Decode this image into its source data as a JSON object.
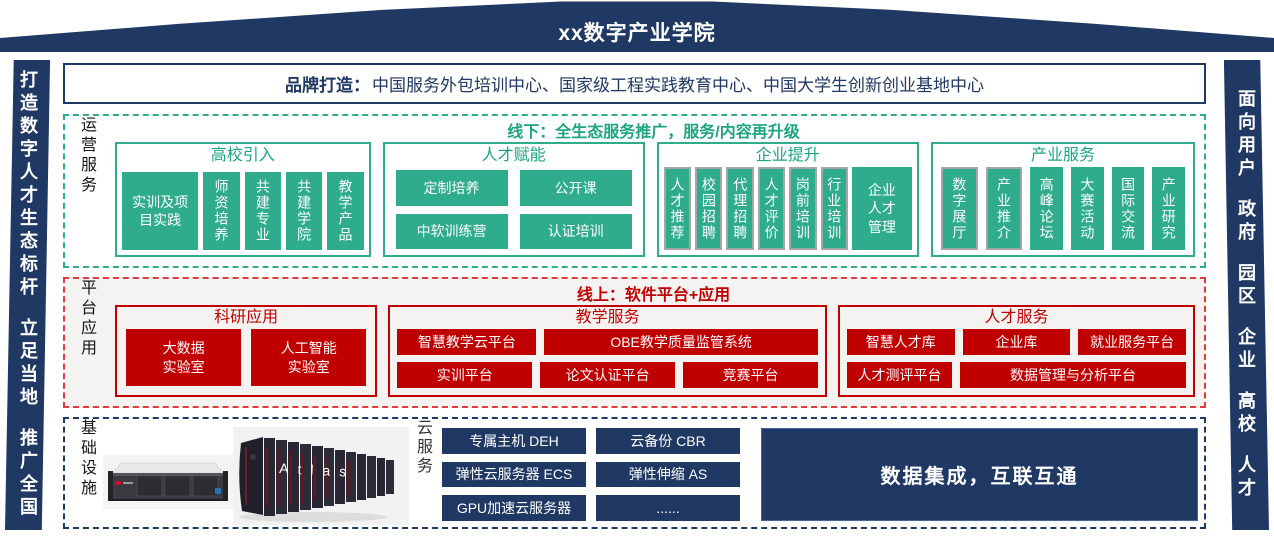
{
  "colors": {
    "navy": "#1F3864",
    "green": "#2EAC8C",
    "red": "#C00000"
  },
  "banner": {
    "title": "xx数字产业学院"
  },
  "left_banner": {
    "segments": [
      "打造数字人才生态标杆",
      "立足当地",
      "推广全国"
    ]
  },
  "right_banner": {
    "segments": [
      "面向用户",
      "政府",
      "园区",
      "企业",
      "高校",
      "人才"
    ]
  },
  "brand": {
    "label": "品牌打造：",
    "text": "中国服务外包培训中心、国家级工程实践教育中心、中国大学生创新创业基地中心"
  },
  "offline": {
    "side_label": "运营服务",
    "title": "线下：全生态服务推广，服务/内容再升级",
    "groups": [
      {
        "title": "高校引入",
        "chips": [
          "实训及项目实践",
          "师资培养",
          "共建专业",
          "共建学院",
          "教学产品"
        ]
      },
      {
        "title": "人才赋能",
        "chips": [
          "定制培养",
          "公开课",
          "中软训练营",
          "认证培训"
        ]
      },
      {
        "title": "企业提升",
        "chips": [
          "人才推荐",
          "校园招聘",
          "代理招聘",
          "人才评价",
          "岗前培训",
          "行业培训",
          "企业人才管理"
        ]
      },
      {
        "title": "产业服务",
        "chips": [
          "数字展厅",
          "产业推介",
          "高峰论坛",
          "大赛活动",
          "国际交流",
          "产业研究"
        ]
      }
    ]
  },
  "online": {
    "side_label": "平台应用",
    "title": "线上：软件平台+应用",
    "groups": [
      {
        "title": "科研应用",
        "chips": [
          "大数据\n实验室",
          "人工智能\n实验室"
        ]
      },
      {
        "title": "教学服务",
        "rows": [
          [
            "智慧教学云平台",
            "OBE教学质量监管系统"
          ],
          [
            "实训平台",
            "论文认证平台",
            "竞赛平台"
          ]
        ]
      },
      {
        "title": "人才服务",
        "rows": [
          [
            "智慧人才库",
            "企业库",
            "就业服务平台"
          ],
          [
            "人才测评平台",
            "数据管理与分析平台"
          ]
        ]
      }
    ]
  },
  "infrastructure": {
    "side_label": "基础设施",
    "cloud_label": "云服务",
    "cloud_chips": [
      [
        "专属主机 DEH",
        "云备份 CBR"
      ],
      [
        "弹性云服务器 ECS",
        "弹性伸缩 AS"
      ],
      [
        "GPU加速云服务器",
        "......"
      ]
    ],
    "integration": "数据集成，互联互通",
    "atlas_label": "Atlas"
  }
}
